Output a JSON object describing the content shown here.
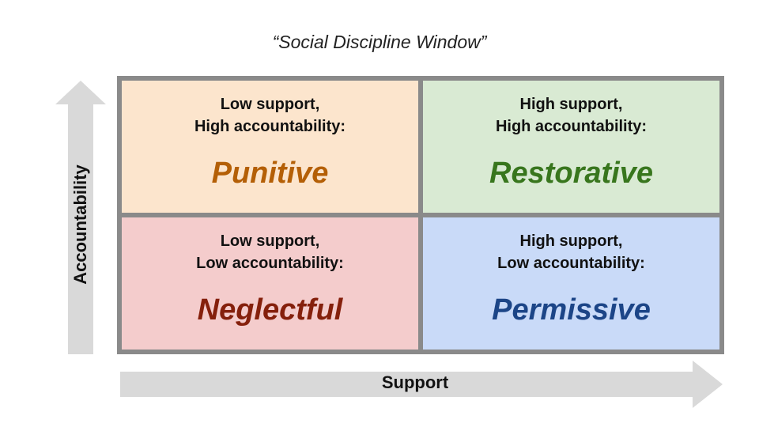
{
  "title": "“Social Discipline Window”",
  "axes": {
    "y_label": "Accountability",
    "x_label": "Support",
    "arrow_color": "#d9d9d9"
  },
  "grid_border_color": "#8a8a8a",
  "quadrants": {
    "top_left": {
      "line1": "Low support,",
      "line2": "High accountability:",
      "name": "Punitive",
      "bg_color": "#fce5cd",
      "name_color": "#b45f06"
    },
    "top_right": {
      "line1": "High support,",
      "line2": "High accountability:",
      "name": "Restorative",
      "bg_color": "#d9ead3",
      "name_color": "#38761d"
    },
    "bottom_left": {
      "line1": "Low support,",
      "line2": "Low accountability:",
      "name": "Neglectful",
      "bg_color": "#f4cccc",
      "name_color": "#85200c"
    },
    "bottom_right": {
      "line1": "High support,",
      "line2": "Low accountability:",
      "name": "Permissive",
      "bg_color": "#c9daf8",
      "name_color": "#1c4587"
    }
  }
}
